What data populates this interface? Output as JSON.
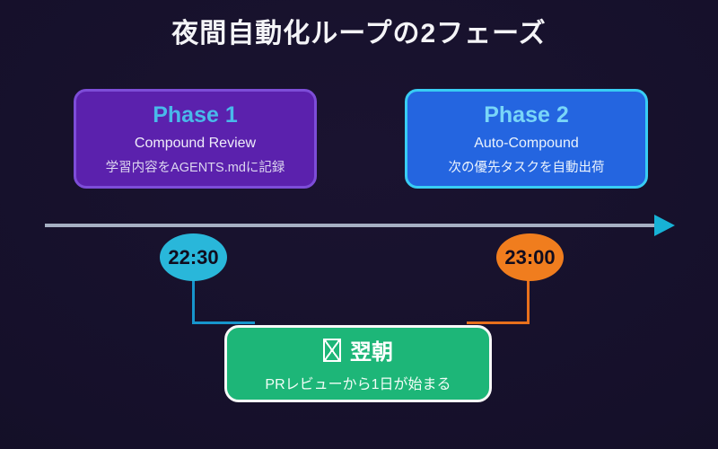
{
  "title": "夜間自動化ループの2フェーズ",
  "phases": [
    {
      "name": "Phase 1",
      "subtitle": "Compound Review",
      "description": "学習内容をAGENTS.mdに記録",
      "time": "22:30",
      "fill_color": "#5b21ad",
      "border_color": "#7d4dd8",
      "heading_color": "#49b9ea"
    },
    {
      "name": "Phase 2",
      "subtitle": "Auto-Compound",
      "description": "次の優先タスクを自動出荷",
      "time": "23:00",
      "fill_color": "#2465e0",
      "border_color": "#38cdf4",
      "heading_color": "#79d6f8"
    }
  ],
  "timeline": {
    "line_color": "#a6b0c3",
    "arrowhead_color": "#17b2d6",
    "markers": [
      {
        "time": "22:30",
        "color": "#29b7da",
        "connector_color": "#1795cc"
      },
      {
        "time": "23:00",
        "color": "#f07d1e",
        "connector_color": "#e8701c"
      }
    ]
  },
  "result": {
    "icon": "missing-glyph-box",
    "title": "翌朝",
    "subtitle": "PRレビューから1日が始まる",
    "fill_color": "#1db678",
    "border_color": "#f8f8f8"
  },
  "background_color": "#171129"
}
